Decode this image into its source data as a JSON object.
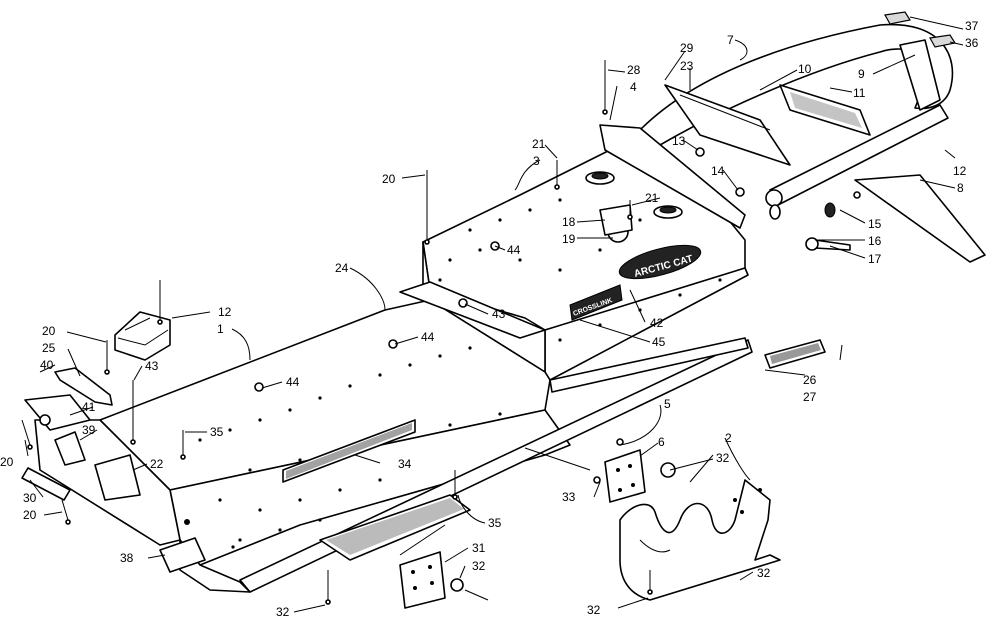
{
  "diagram": {
    "labels": {
      "p1": "1",
      "p2": "2",
      "p3": "3",
      "p4": "4",
      "p5": "5",
      "p6": "6",
      "p7": "7",
      "p8": "8",
      "p9": "9",
      "p10": "10",
      "p11": "11",
      "p12a": "12",
      "p12b": "12",
      "p13": "13",
      "p14": "14",
      "p15": "15",
      "p16": "16",
      "p17": "17",
      "p18": "18",
      "p19": "19",
      "p20a": "20",
      "p20b": "20",
      "p20c": "20",
      "p20d": "20",
      "p21a": "21",
      "p21b": "21",
      "p22": "22",
      "p23": "23",
      "p24": "24",
      "p25": "25",
      "p26": "26",
      "p27": "27",
      "p28": "28",
      "p29": "29",
      "p30": "30",
      "p31": "31",
      "p32a": "32",
      "p32b": "32",
      "p32c": "32",
      "p32d": "32",
      "p33": "33",
      "p34": "34",
      "p35a": "35",
      "p35b": "35",
      "p36": "36",
      "p37": "37",
      "p38": "38",
      "p39": "39",
      "p40": "40",
      "p41": "41",
      "p42": "42",
      "p43a": "43",
      "p43b": "43",
      "p44a": "44",
      "p44b": "44",
      "p44c": "44",
      "p45": "45"
    },
    "brand_decal": "ARCTIC CAT",
    "crosslink_decal": "CROSSLINK"
  }
}
